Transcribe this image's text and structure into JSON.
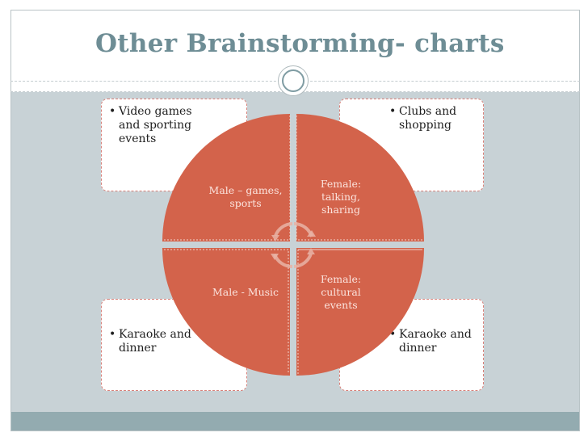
{
  "slide": {
    "title": "Other Brainstorming- charts",
    "corner_boxes": {
      "top_left": "Video games and sporting events",
      "top_right": "Clubs and shopping",
      "bottom_left": "Karaoke and dinner",
      "bottom_right": "Karaoke and dinner"
    },
    "quadrants": {
      "top_left": "Male – games, sports",
      "top_right": "Female: talking, sharing",
      "bottom_left": "Male - Music",
      "bottom_right": "Female: cultural events"
    }
  },
  "colors": {
    "title": "#6e8d95",
    "content_background": "#c8d2d6",
    "bottom_band": "#93abb0",
    "quadrant_fill": "#d3634b",
    "box_border": "#d7817a"
  },
  "icons": {
    "ornament": "circle-ornament-icon",
    "center": "cycle-arrows-icon"
  }
}
